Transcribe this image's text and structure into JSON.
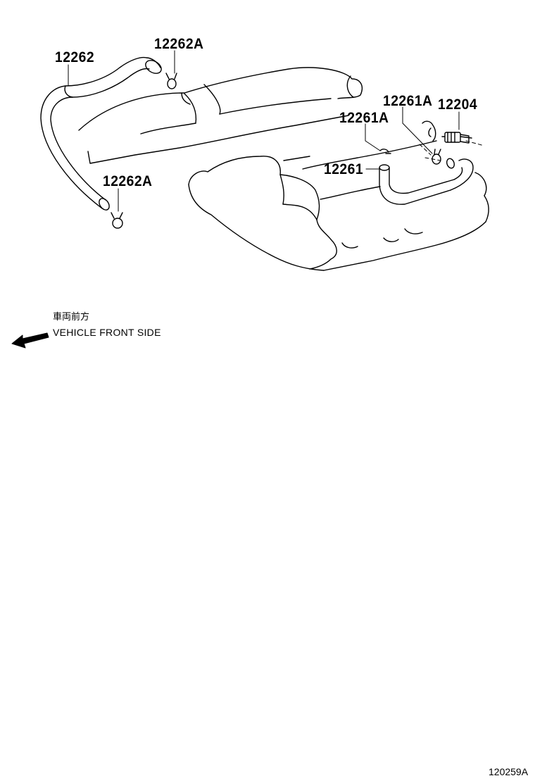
{
  "callouts": {
    "hose_12262": "12262",
    "clip_12262A_top": "12262A",
    "clip_12262A_bottom": "12262A",
    "clip_12261A_upper": "12261A",
    "clip_12261A_lower": "12261A",
    "valve_12204": "12204",
    "hose_12261": "12261"
  },
  "direction": {
    "japanese": "車両前方",
    "english": "VEHICLE FRONT SIDE",
    "icon": "arrow-left-icon"
  },
  "figure_number": "120259A"
}
